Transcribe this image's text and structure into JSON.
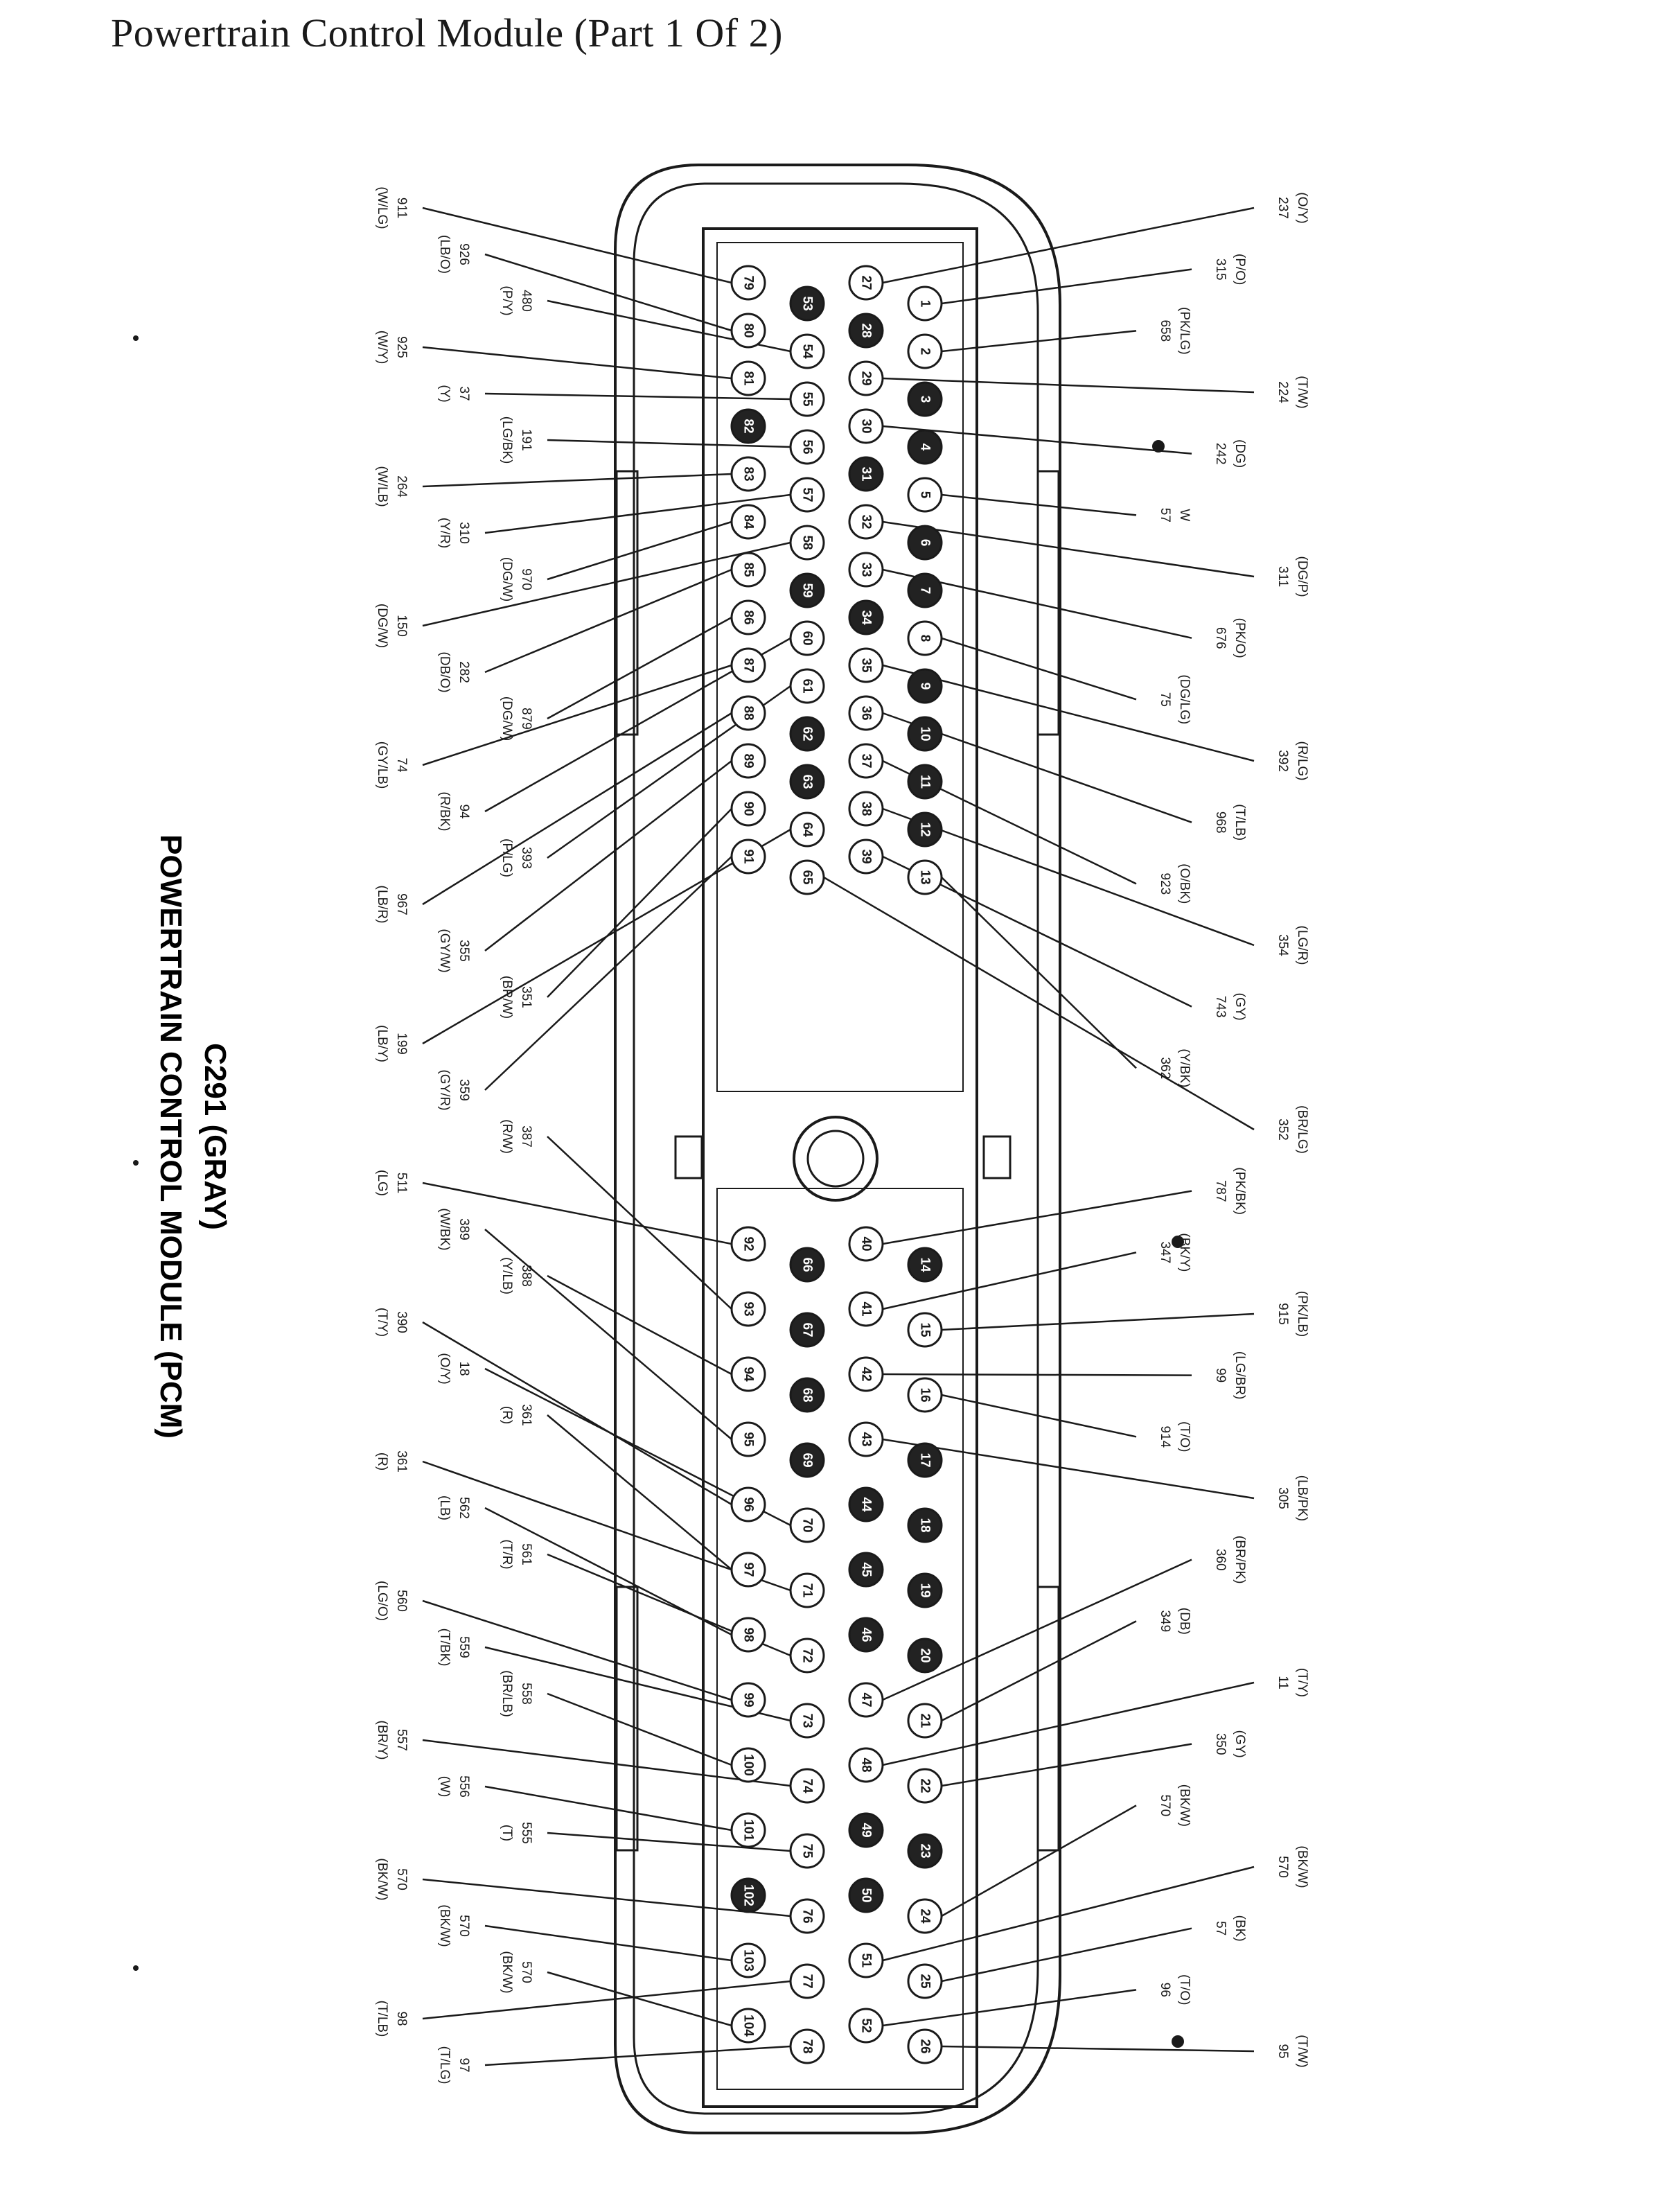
{
  "page": {
    "title": "Powertrain Control Module (Part 1 Of 2)",
    "connector_name": "C291 (GRAY)",
    "module_name": "POWERTRAIN CONTROL MODULE (PCM)"
  },
  "colors": {
    "ink": "#1a1a1a",
    "dark_pin": "#222222",
    "light_pin": "#ffffff"
  },
  "upper_block": {
    "rows": [
      [
        79,
        80,
        81,
        82,
        83,
        84,
        85,
        86,
        87,
        88,
        89,
        90,
        91
      ],
      [
        53,
        54,
        55,
        56,
        57,
        58,
        59,
        60,
        61,
        62,
        63,
        64,
        65
      ],
      [
        27,
        28,
        29,
        30,
        31,
        32,
        33,
        34,
        35,
        36,
        37,
        38,
        39
      ],
      [
        1,
        2,
        3,
        4,
        5,
        6,
        7,
        8,
        9,
        10,
        11,
        12,
        13
      ]
    ],
    "dark_pins": [
      82,
      53,
      59,
      62,
      63,
      28,
      31,
      34,
      3,
      4,
      6,
      7,
      9,
      10,
      11,
      12
    ]
  },
  "lower_block": {
    "rows": [
      [
        92,
        93,
        94,
        95,
        96,
        97,
        98,
        99,
        100,
        101,
        102,
        103,
        104
      ],
      [
        66,
        67,
        68,
        69,
        70,
        71,
        72,
        73,
        74,
        75,
        76,
        77,
        78
      ],
      [
        40,
        41,
        42,
        43,
        44,
        45,
        46,
        47,
        48,
        49,
        50,
        51,
        52
      ],
      [
        14,
        15,
        16,
        17,
        18,
        19,
        20,
        21,
        22,
        23,
        24,
        25,
        26
      ]
    ],
    "dark_pins": [
      66,
      67,
      68,
      69,
      44,
      45,
      46,
      49,
      50,
      14,
      17,
      18,
      19,
      20,
      23,
      102
    ]
  },
  "left_callouts": [
    {
      "num": "911",
      "color": "(W/LG)",
      "pin": 79
    },
    {
      "num": "926",
      "color": "(LB/O)",
      "pin": 80
    },
    {
      "num": "480",
      "color": "(P/Y)",
      "pin": 54
    },
    {
      "num": "925",
      "color": "(W/Y)",
      "pin": 81
    },
    {
      "num": "37",
      "color": "(Y)",
      "pin": 55
    },
    {
      "num": "191",
      "color": "(LG/BK)",
      "pin": 56
    },
    {
      "num": "264",
      "color": "(W/LB)",
      "pin": 83
    },
    {
      "num": "310",
      "color": "(Y/R)",
      "pin": 57
    },
    {
      "num": "970",
      "color": "(DG/W)",
      "pin": 84
    },
    {
      "num": "150",
      "color": "(DG/W)",
      "pin": 58
    },
    {
      "num": "282",
      "color": "(DB/O)",
      "pin": 85
    },
    {
      "num": "879",
      "color": "(DG/W)",
      "pin": 86
    },
    {
      "num": "74",
      "color": "(GY/LB)",
      "pin": 87
    },
    {
      "num": "94",
      "color": "(R/BK)",
      "pin": 60
    },
    {
      "num": "393",
      "color": "(P/LG)",
      "pin": 61
    },
    {
      "num": "967",
      "color": "(LB/R)",
      "pin": 88
    },
    {
      "num": "355",
      "color": "(GY/W)",
      "pin": 89
    },
    {
      "num": "351",
      "color": "(BR/W)",
      "pin": 90
    },
    {
      "num": "199",
      "color": "(LB/Y)",
      "pin": 64
    },
    {
      "num": "359",
      "color": "(GY/R)",
      "pin": 91
    },
    {
      "num": "387",
      "color": "(R/W)",
      "pin": 93
    },
    {
      "num": "511",
      "color": "(LG)",
      "pin": 92
    },
    {
      "num": "389",
      "color": "(W/BK)",
      "pin": 95
    },
    {
      "num": "388",
      "color": "(Y/LB)",
      "pin": 94
    },
    {
      "num": "390",
      "color": "(T/Y)",
      "pin": 96
    },
    {
      "num": "18",
      "color": "(O/Y)",
      "pin": 70
    },
    {
      "num": "361",
      "color": "(R)",
      "pin": 97
    },
    {
      "num": "361",
      "color": "(R)",
      "pin": 71
    },
    {
      "num": "562",
      "color": "(LB)",
      "pin": 98
    },
    {
      "num": "561",
      "color": "(T/R)",
      "pin": 72
    },
    {
      "num": "560",
      "color": "(LG/O)",
      "pin": 99
    },
    {
      "num": "559",
      "color": "(T/BK)",
      "pin": 73
    },
    {
      "num": "558",
      "color": "(BR/LB)",
      "pin": 100
    },
    {
      "num": "557",
      "color": "(BR/Y)",
      "pin": 74
    },
    {
      "num": "556",
      "color": "(W)",
      "pin": 101
    },
    {
      "num": "555",
      "color": "(T)",
      "pin": 75
    },
    {
      "num": "570",
      "color": "(BK/W)",
      "pin": 76
    },
    {
      "num": "570",
      "color": "(BK/W)",
      "pin": 103
    },
    {
      "num": "570",
      "color": "(BK/W)",
      "pin": 104
    },
    {
      "num": "98",
      "color": "(T/LB)",
      "pin": 77
    },
    {
      "num": "97",
      "color": "(T/LG)",
      "pin": 78
    }
  ],
  "right_callouts": [
    {
      "num": "237",
      "color": "(O/Y)",
      "pin": 27
    },
    {
      "num": "315",
      "color": "(P/O)",
      "pin": 1
    },
    {
      "num": "658",
      "color": "(PK/LG)",
      "pin": 2
    },
    {
      "num": "224",
      "color": "(T/W)",
      "pin": 29
    },
    {
      "num": "242",
      "color": "(DG)",
      "pin": 30
    },
    {
      "num": "57",
      "color": "W",
      "pin": 5
    },
    {
      "num": "311",
      "color": "(DG/P)",
      "pin": 32
    },
    {
      "num": "676",
      "color": "(PK/O)",
      "pin": 33
    },
    {
      "num": "75",
      "color": "(DG/LG)",
      "pin": 8
    },
    {
      "num": "392",
      "color": "(R/LG)",
      "pin": 35
    },
    {
      "num": "968",
      "color": "(T/LB)",
      "pin": 36
    },
    {
      "num": "923",
      "color": "(O/BK)",
      "pin": 37
    },
    {
      "num": "354",
      "color": "(LG/R)",
      "pin": 38
    },
    {
      "num": "743",
      "color": "(GY)",
      "pin": 39
    },
    {
      "num": "362",
      "color": "(Y/BK)",
      "pin": 13
    },
    {
      "num": "352",
      "color": "(BR/LG)",
      "pin": 65
    },
    {
      "num": "787",
      "color": "(PK/BK)",
      "pin": 40
    },
    {
      "num": "347",
      "color": "(BK/Y)",
      "pin": 41
    },
    {
      "num": "915",
      "color": "(PK/LB)",
      "pin": 15
    },
    {
      "num": "99",
      "color": "(LG/BR)",
      "pin": 42
    },
    {
      "num": "914",
      "color": "(T/O)",
      "pin": 16
    },
    {
      "num": "305",
      "color": "(LB/PK)",
      "pin": 43
    },
    {
      "num": "360",
      "color": "(BR/PK)",
      "pin": 47
    },
    {
      "num": "349",
      "color": "(DB)",
      "pin": 21
    },
    {
      "num": "11",
      "color": "(T/Y)",
      "pin": 48
    },
    {
      "num": "350",
      "color": "(GY)",
      "pin": 22
    },
    {
      "num": "570",
      "color": "(BK/W)",
      "pin": 24
    },
    {
      "num": "570",
      "color": "(BK/W)",
      "pin": 51
    },
    {
      "num": "57",
      "color": "(BK)",
      "pin": 25
    },
    {
      "num": "96",
      "color": "(T/O)",
      "pin": 52
    },
    {
      "num": "95",
      "color": "(T/W)",
      "pin": 26
    }
  ]
}
